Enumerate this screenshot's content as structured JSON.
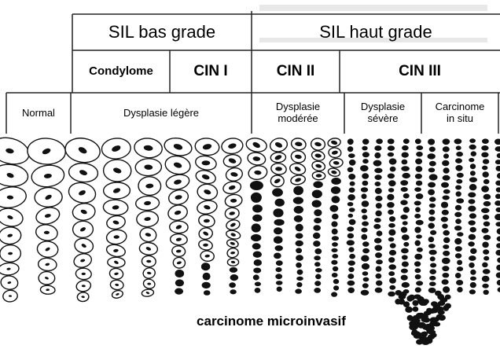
{
  "header": {
    "sil_low": "SIL bas grade",
    "sil_high": "SIL haut grade"
  },
  "subheader": {
    "condylome": "Condylome",
    "cin1": "CIN I",
    "cin2": "CIN II",
    "cin3": "CIN III"
  },
  "grades": {
    "normal": "Normal",
    "mild": "Dysplasie légère",
    "moderate_1": "Dysplasie",
    "moderate_2": "modérée",
    "severe_1": "Dysplasie",
    "severe_2": "sévère",
    "cis_1": "Carcinome",
    "cis_2": "in situ"
  },
  "caption": "carcinome microinvasif",
  "colors": {
    "ink": "#000000",
    "paper": "#ffffff",
    "line": "#222222"
  }
}
